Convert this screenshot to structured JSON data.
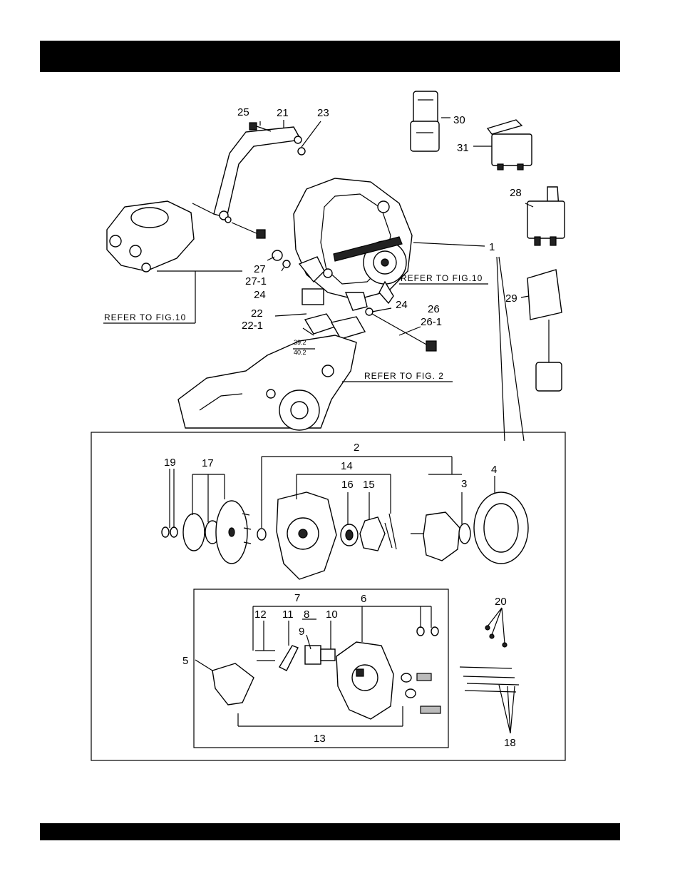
{
  "labels": {
    "l1": "1",
    "l2": "2",
    "l3": "3",
    "l4": "4",
    "l5": "5",
    "l6": "6",
    "l7": "7",
    "l8": "8",
    "l9": "9",
    "l10": "10",
    "l11": "11",
    "l12": "12",
    "l13": "13",
    "l14": "14",
    "l15": "15",
    "l16": "16",
    "l17": "17",
    "l18": "18",
    "l19": "19",
    "l20": "20",
    "l21": "21",
    "l22": "22",
    "l22_1": "22-1",
    "l23": "23",
    "l24a": "24",
    "l24b": "24",
    "l25": "25",
    "l26": "26",
    "l26_1": "26-1",
    "l27": "27",
    "l27_1": "27-1",
    "l28": "28",
    "l29": "29",
    "l30": "30",
    "l31": "31"
  },
  "references": {
    "fig10_left": "REFER TO FIG.10",
    "fig10_right": "REFER TO FIG.10",
    "fig2": "REFER TO FIG. 2"
  },
  "dimensions": {
    "upper": "39.2",
    "lower": "40.2"
  }
}
